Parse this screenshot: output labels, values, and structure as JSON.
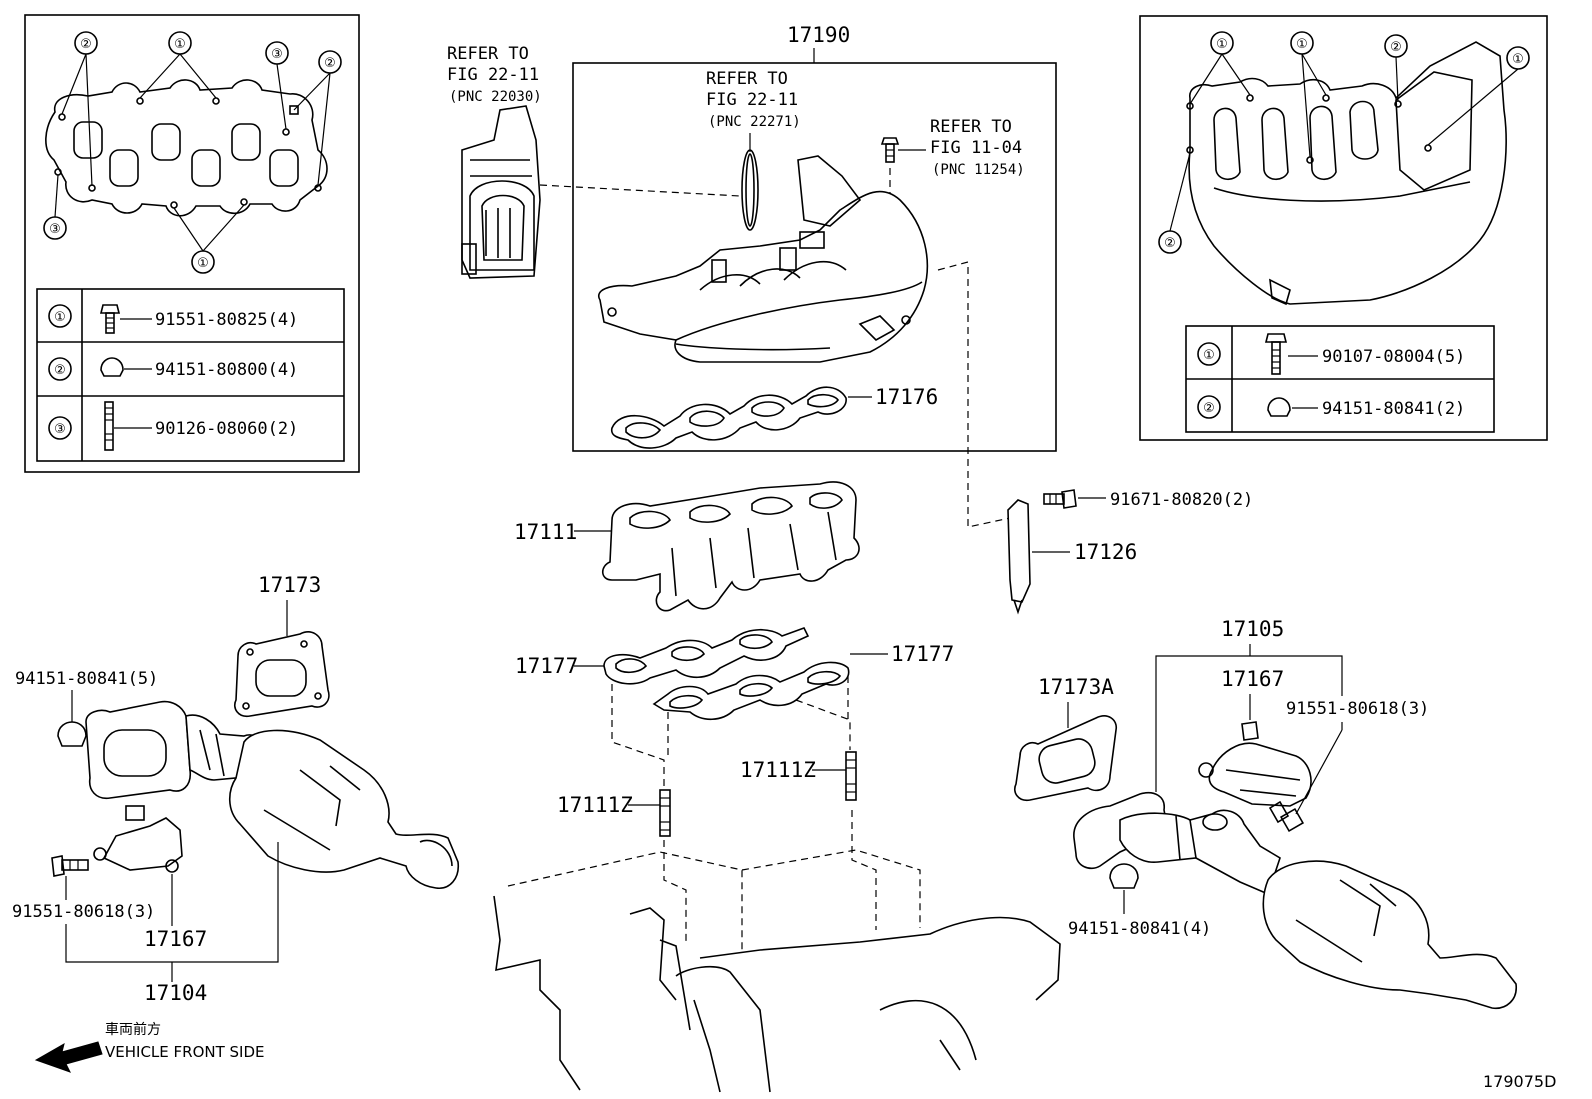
{
  "diagram_id": "179075D",
  "direction": {
    "japanese": "車両前方",
    "english": "VEHICLE FRONT SIDE"
  },
  "refs": {
    "throttle": {
      "line1": "REFER TO",
      "line2": "FIG 22-11",
      "line3": "(PNC 22030)"
    },
    "oring": {
      "line1": "REFER TO",
      "line2": "FIG 22-11",
      "line3": "(PNC 22271)"
    },
    "bolt": {
      "line1": "REFER TO",
      "line2": "FIG 11-04",
      "line3": "(PNC 11254)"
    }
  },
  "left_inset": {
    "callouts": [
      "①",
      "②",
      "③"
    ],
    "legend": [
      {
        "key": "①",
        "part": "91551-80825(4)"
      },
      {
        "key": "②",
        "part": "94151-80800(4)"
      },
      {
        "key": "③",
        "part": "90126-08060(2)"
      }
    ]
  },
  "right_inset": {
    "callouts": [
      "①",
      "②"
    ],
    "legend": [
      {
        "key": "①",
        "part": "90107-08004(5)"
      },
      {
        "key": "②",
        "part": "94151-80841(2)"
      }
    ]
  },
  "parts": {
    "p17190": "17190",
    "p17176": "17176",
    "p17111": "17111",
    "p17126": "17126",
    "p91671": "91671-80820(2)",
    "p17177a": "17177",
    "p17177b": "17177",
    "p17111z_a": "17111Z",
    "p17111z_b": "17111Z",
    "p17173": "17173",
    "p17173a": "17173A",
    "p94151_5": "94151-80841(5)",
    "p91551_l": "91551-80618(3)",
    "p17167_l": "17167",
    "p17104": "17104",
    "p17105": "17105",
    "p17167_r": "17167",
    "p91551_r": "91551-80618(3)",
    "p94151_4": "94151-80841(4)"
  }
}
